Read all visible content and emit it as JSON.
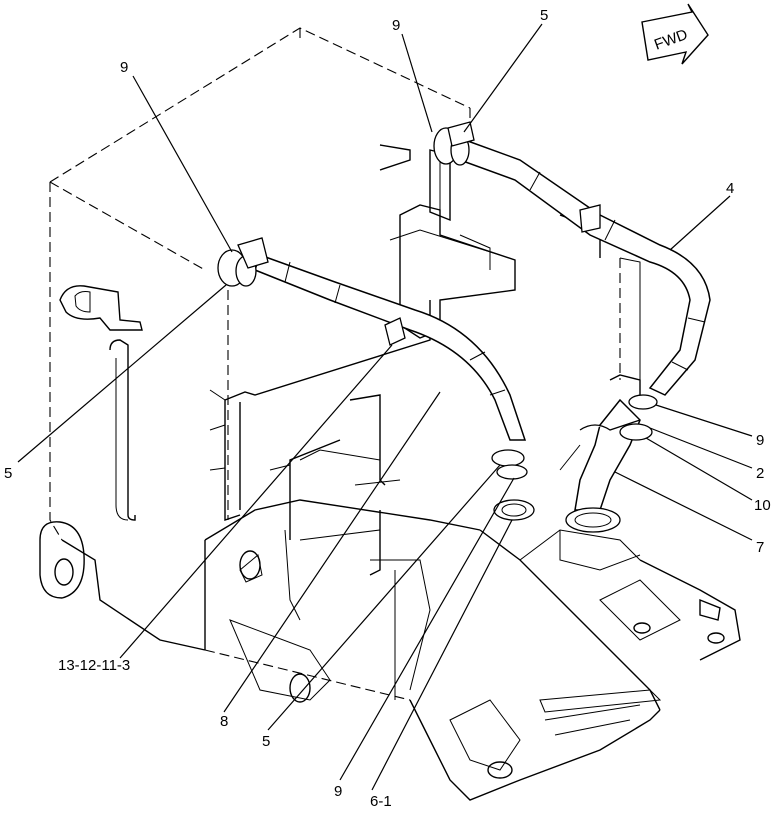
{
  "orientation_arrow": {
    "text": "FWD"
  },
  "callouts": [
    {
      "id": "c-9-top-left",
      "text": "9"
    },
    {
      "id": "c-9-top",
      "text": "9"
    },
    {
      "id": "c-5-top",
      "text": "5"
    },
    {
      "id": "c-4",
      "text": "4"
    },
    {
      "id": "c-5-left",
      "text": "5"
    },
    {
      "id": "c-9-right",
      "text": "9"
    },
    {
      "id": "c-2",
      "text": "2"
    },
    {
      "id": "c-10",
      "text": "10"
    },
    {
      "id": "c-7",
      "text": "7"
    },
    {
      "id": "c-13-12-11-3",
      "text": "13-12-11-3"
    },
    {
      "id": "c-8",
      "text": "8"
    },
    {
      "id": "c-5-bottom",
      "text": "5"
    },
    {
      "id": "c-9-bottom",
      "text": "9"
    },
    {
      "id": "c-6-1",
      "text": "6-1"
    }
  ]
}
